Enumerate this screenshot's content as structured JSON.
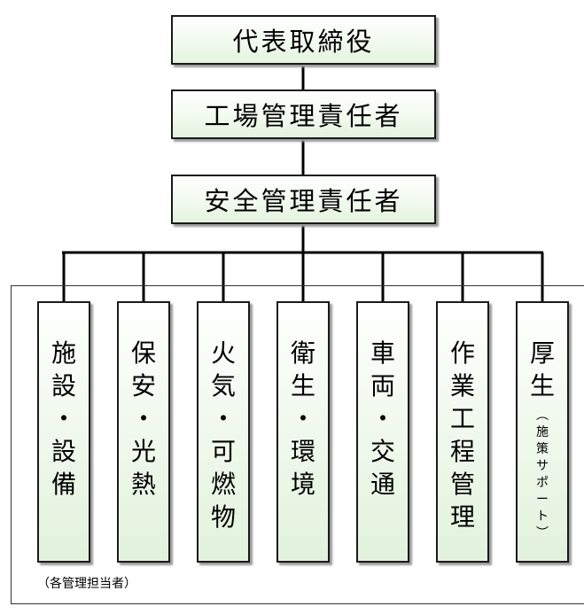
{
  "org": {
    "ceo": "代表取締役",
    "factory_manager": "工場管理責任者",
    "safety_manager": "安全管理責任者"
  },
  "departments": [
    {
      "chars": [
        "施",
        "設",
        "・",
        "設",
        "備"
      ],
      "note": []
    },
    {
      "chars": [
        "保",
        "安",
        "・",
        "光",
        "熱"
      ],
      "note": []
    },
    {
      "chars": [
        "火",
        "気",
        "・",
        "可",
        "燃",
        "物"
      ],
      "note": []
    },
    {
      "chars": [
        "衛",
        "生",
        "・",
        "環",
        "境"
      ],
      "note": []
    },
    {
      "chars": [
        "車",
        "両",
        "・",
        "交",
        "通"
      ],
      "note": []
    },
    {
      "chars": [
        "作",
        "業",
        "工",
        "程",
        "管",
        "理"
      ],
      "note": []
    },
    {
      "chars": [
        "厚",
        "生"
      ],
      "note": [
        "︵",
        "施",
        "策",
        "サ",
        "ポ",
        "ー",
        "ト",
        "︶"
      ]
    }
  ],
  "footnote": "（各管理担当者）",
  "colors": {
    "line": "#000000",
    "box_fill_bottom": "#e2f2dc",
    "box_border": "#1a1a1a"
  }
}
